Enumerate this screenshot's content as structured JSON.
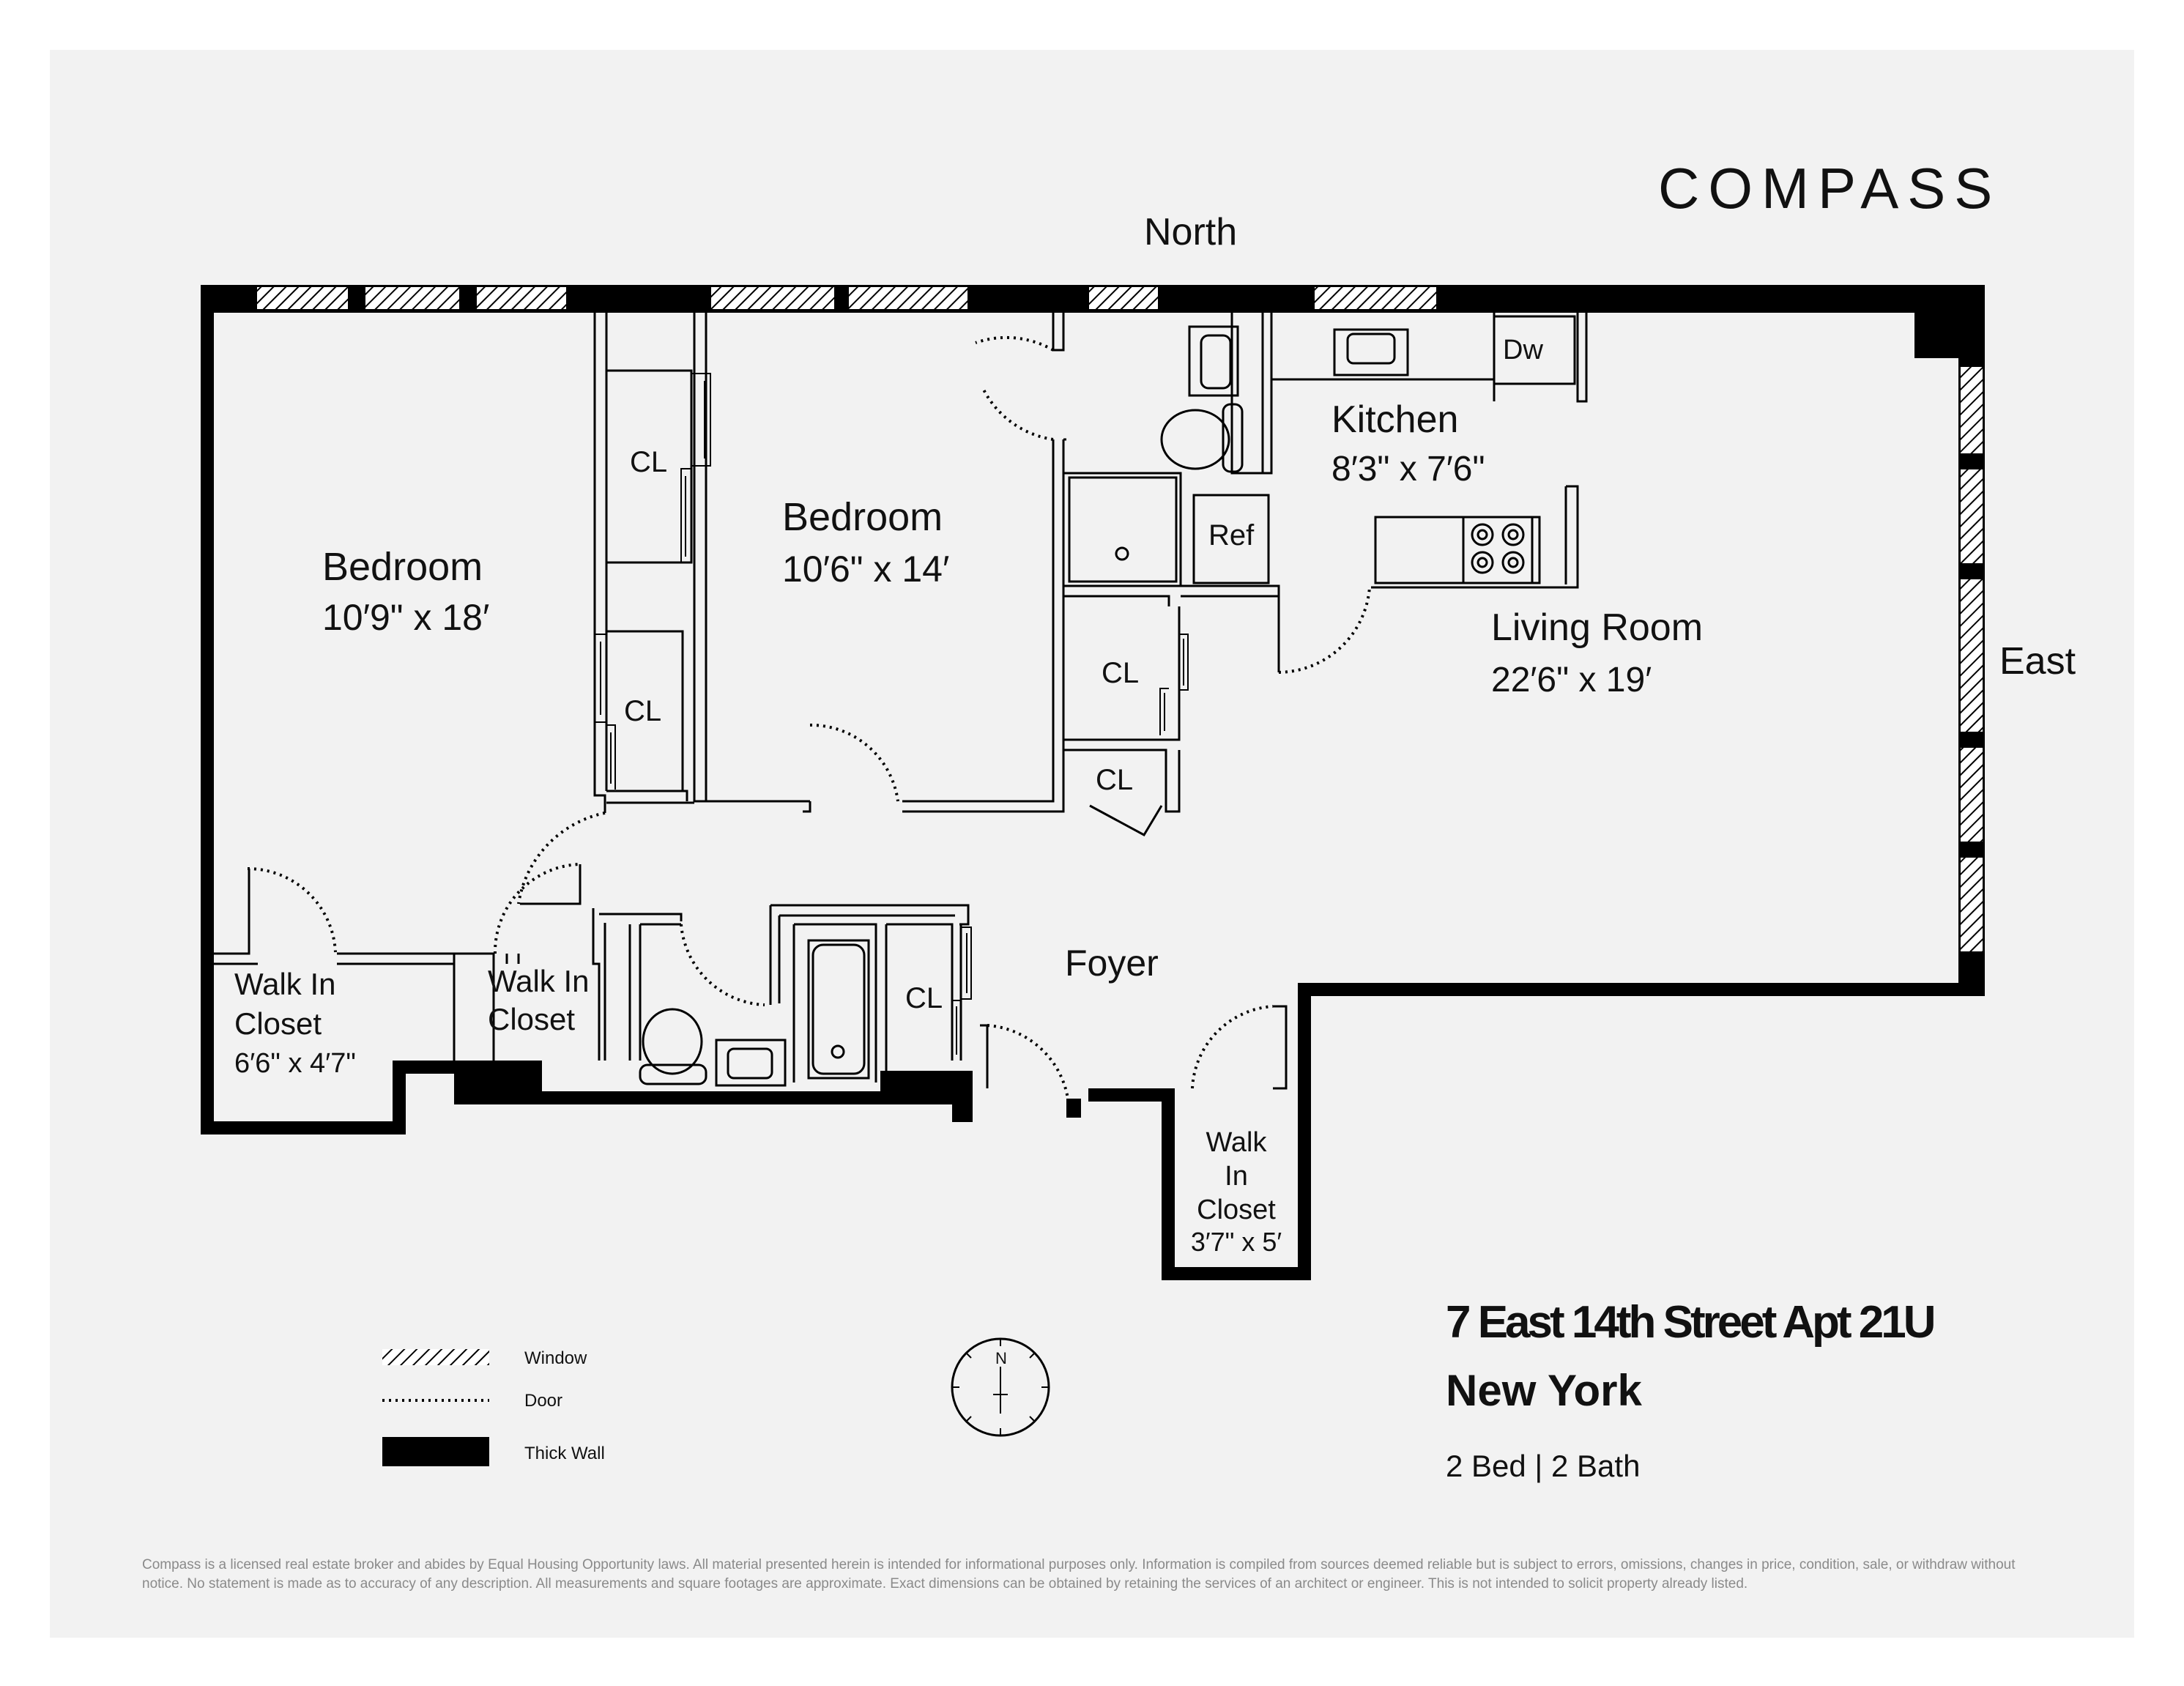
{
  "brand": {
    "logo": "COMPASS"
  },
  "compass": {
    "north": "North",
    "east": "East"
  },
  "rooms": {
    "bedroom1": {
      "name": "Bedroom",
      "size": "10′9\" x 18′"
    },
    "bedroom2": {
      "name": "Bedroom",
      "size": "10′6\" x 14′"
    },
    "kitchen": {
      "name": "Kitchen",
      "size": "8′3\" x 7′6\""
    },
    "living": {
      "name": "Living Room",
      "size": "22′6\" x 19′"
    },
    "foyer": {
      "name": "Foyer"
    },
    "walkin1": {
      "line1": "Walk In",
      "line2": "Closet",
      "size": "6′6\" x 4′7\""
    },
    "walkin2": {
      "line1": "Walk In",
      "line2": "Closet"
    },
    "walkin3": {
      "line1": "Walk",
      "line2": "In",
      "line3": "Closet",
      "size": "3′7\" x 5′"
    }
  },
  "fixtures": {
    "closet": "CL",
    "refrigerator": "Ref",
    "dishwasher": "Dw",
    "compass_letter": "N"
  },
  "legend": {
    "window": "Window",
    "door": "Door",
    "thick_wall": "Thick Wall"
  },
  "address": {
    "title": "7 East 14th Street Apt 21U",
    "city": "New York",
    "beds_baths": "2 Bed | 2 Bath"
  },
  "disclaimer": "Compass is a licensed real estate broker and abides by Equal Housing Opportunity laws. All material presented herein is intended for informational purposes only. Information is compiled from sources deemed reliable but is subject to errors, omissions, changes in price, condition, sale, or withdraw without notice. No statement is made as to accuracy of any description. All measurements and square footages are approximate. Exact dimensions can be obtained by retaining the services of an architect or engineer. This is not intended to solicit property already listed.",
  "colors": {
    "wall": "#000000",
    "background": "#f2f2f2",
    "page": "#ffffff",
    "text": "#111111",
    "fine_print": "#8a8a8a"
  }
}
